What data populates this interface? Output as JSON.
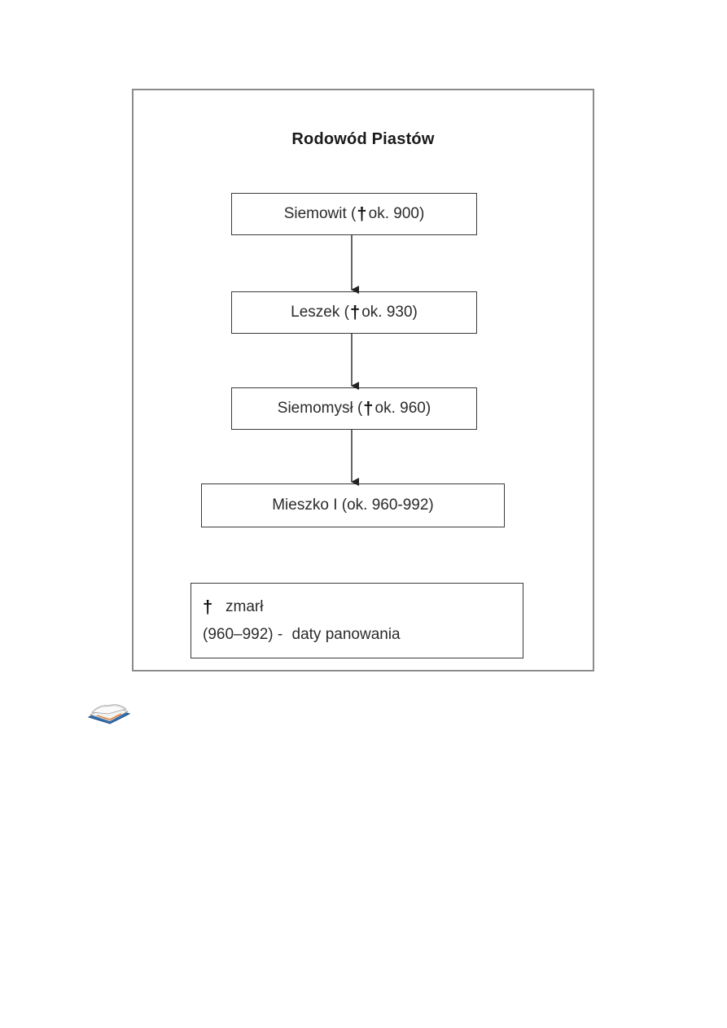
{
  "diagram": {
    "title": "Rodowód Piastów",
    "nodes": [
      {
        "id": "siemowit",
        "name": "Siemowit (",
        "symbol": "†",
        "detail": " ok. 900)"
      },
      {
        "id": "leszek",
        "name": "Leszek (",
        "symbol": "†",
        "detail": " ok. 930)"
      },
      {
        "id": "siemomysl",
        "name": "Siemomysł (",
        "symbol": "†",
        "detail": " ok. 960)"
      },
      {
        "id": "mieszko",
        "name": "Mieszko I (ok. 960-992)",
        "symbol": "",
        "detail": ""
      }
    ],
    "edges": [
      {
        "from": "siemowit",
        "to": "leszek"
      },
      {
        "from": "leszek",
        "to": "siemomysl"
      },
      {
        "from": "siemomysl",
        "to": "mieszko"
      }
    ],
    "legend": {
      "symbol": "†",
      "symbol_meaning": "zmarł",
      "dates_example": "(960–992) -",
      "dates_meaning": "daty panowania"
    }
  },
  "icons": {
    "book": "book-icon"
  },
  "colors": {
    "frame_border": "#8c8c8c",
    "box_border": "#3a3a3a",
    "text": "#2b2b2b",
    "book_cover": "#3b7fc4"
  }
}
